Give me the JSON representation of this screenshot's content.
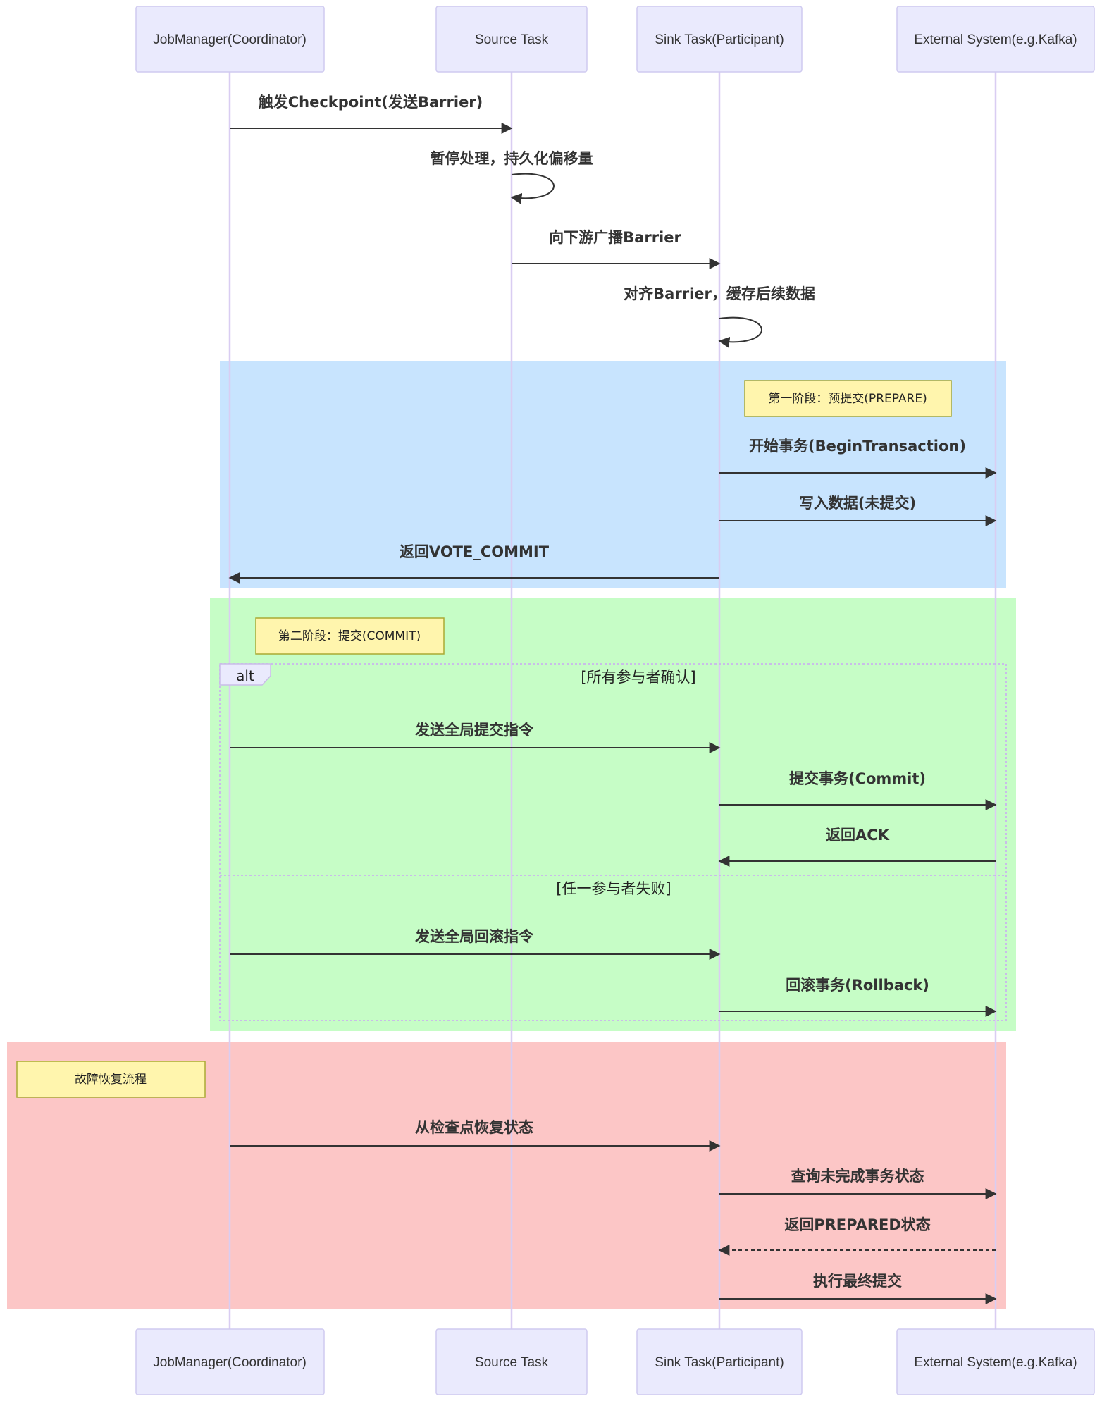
{
  "actors": [
    {
      "id": "jm",
      "name": "JobManager(Coordinator)"
    },
    {
      "id": "src",
      "name": "Source Task"
    },
    {
      "id": "sink",
      "name": "Sink Task(Participant)"
    },
    {
      "id": "ext",
      "name": "External System(e.g.Kafka)"
    }
  ],
  "colors": {
    "actor_fill": "#eaeafd",
    "actor_stroke": "#cfcaf0",
    "lifeline": "#d9cdf2",
    "arrow": "#333333",
    "phase1_bg": "#c8e4fe",
    "phase2_bg": "#c6fdc6",
    "recovery_bg": "#fcc6c6",
    "note_fill": "#fff5ad",
    "note_stroke": "#aaaa33",
    "alt_stroke": "#c9bde8"
  },
  "messages": [
    {
      "id": "m1",
      "from": "jm",
      "to": "src",
      "text": "触发Checkpoint(发送Barrier)",
      "style": "solid"
    },
    {
      "id": "m2",
      "from": "src",
      "to": "src",
      "text": "暂停处理，持久化偏移量",
      "style": "self"
    },
    {
      "id": "m3",
      "from": "src",
      "to": "sink",
      "text": "向下游广播Barrier",
      "style": "solid"
    },
    {
      "id": "m4",
      "from": "sink",
      "to": "sink",
      "text": "对齐Barrier，缓存后续数据",
      "style": "self"
    },
    {
      "id": "m5",
      "from": "sink",
      "to": "ext",
      "text": "开始事务(BeginTransaction)",
      "style": "solid"
    },
    {
      "id": "m6",
      "from": "sink",
      "to": "ext",
      "text": "写入数据(未提交)",
      "style": "solid"
    },
    {
      "id": "m7",
      "from": "sink",
      "to": "jm",
      "text": "返回VOTE_COMMIT",
      "style": "solid"
    },
    {
      "id": "m8",
      "from": "jm",
      "to": "sink",
      "text": "发送全局提交指令",
      "style": "solid"
    },
    {
      "id": "m9",
      "from": "sink",
      "to": "ext",
      "text": "提交事务(Commit)",
      "style": "solid"
    },
    {
      "id": "m10",
      "from": "ext",
      "to": "sink",
      "text": "返回ACK",
      "style": "solid"
    },
    {
      "id": "m11",
      "from": "jm",
      "to": "sink",
      "text": "发送全局回滚指令",
      "style": "solid"
    },
    {
      "id": "m12",
      "from": "sink",
      "to": "ext",
      "text": "回滚事务(Rollback)",
      "style": "solid"
    },
    {
      "id": "m13",
      "from": "jm",
      "to": "sink",
      "text": "从检查点恢复状态",
      "style": "solid"
    },
    {
      "id": "m14",
      "from": "sink",
      "to": "ext",
      "text": "查询未完成事务状态",
      "style": "solid"
    },
    {
      "id": "m15",
      "from": "ext",
      "to": "sink",
      "text": "返回PREPARED状态",
      "style": "dashed"
    },
    {
      "id": "m16",
      "from": "sink",
      "to": "ext",
      "text": "执行最终提交",
      "style": "solid"
    }
  ],
  "notes": {
    "phase1": "第一阶段：预提交(PREPARE)",
    "phase2": "第二阶段：提交(COMMIT)",
    "recovery": "故障恢复流程"
  },
  "alt": {
    "keyword": "alt",
    "condition_1": "[所有参与者确认]",
    "condition_2": "[任一参与者失败]"
  }
}
